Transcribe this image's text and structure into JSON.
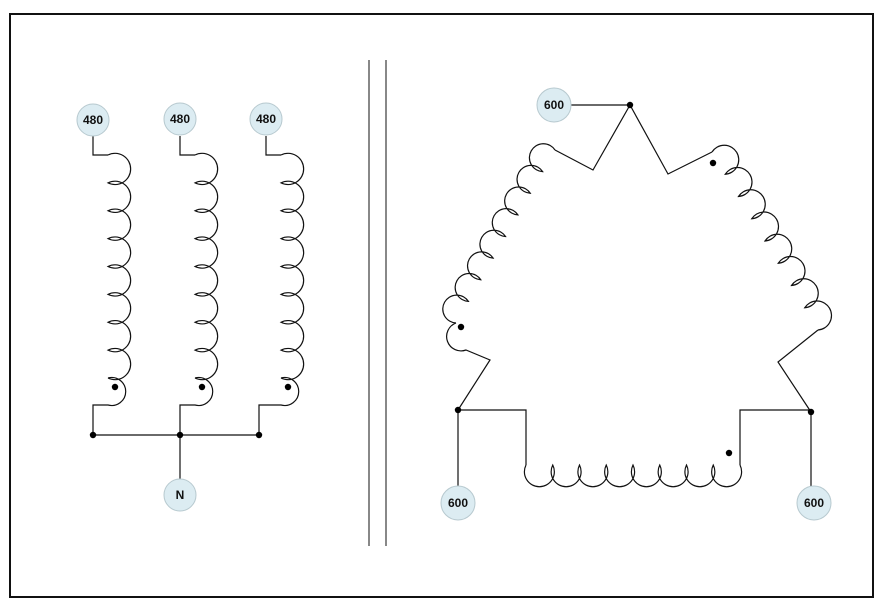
{
  "primary": {
    "title": "Wye winding",
    "phase_terminals": [
      "480",
      "480",
      "480"
    ],
    "neutral_terminal": "N"
  },
  "secondary": {
    "title": "Delta winding",
    "terminals": [
      "600",
      "600",
      "600"
    ]
  },
  "colors": {
    "terminal_fill": "#dcecf2",
    "wire": "#111111"
  }
}
